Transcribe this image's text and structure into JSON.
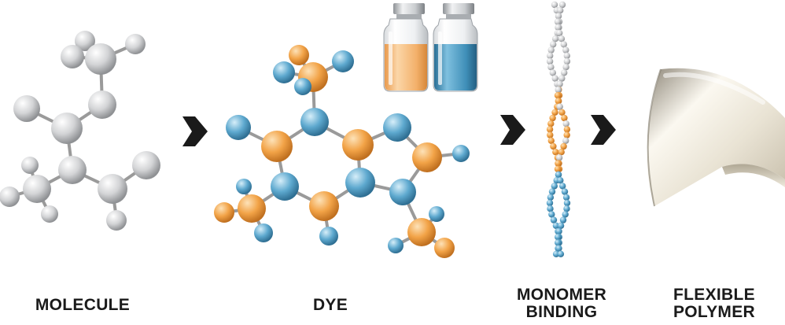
{
  "labels": {
    "molecule": "MOLECULE",
    "dye": "DYE",
    "monomer_binding": [
      "MONOMER",
      "BINDING"
    ],
    "flexible_polymer": [
      "FLEXIBLE",
      "POLYMER"
    ]
  },
  "colors": {
    "gray_atom": "#cfd0d2",
    "orange_atom": "#f2a347",
    "blue_atom": "#5ea9cf",
    "bond": "#9a9a9a",
    "arrow": "#1a1a1a",
    "text": "#1a1a1a",
    "vial_orange_liquid": "#f3b06a",
    "vial_blue_liquid": "#3f8fb8"
  },
  "icons": [
    "arrow-right-icon",
    "vial-icon",
    "molecule-icon",
    "double-helix-icon",
    "curved-sheet-icon"
  ]
}
